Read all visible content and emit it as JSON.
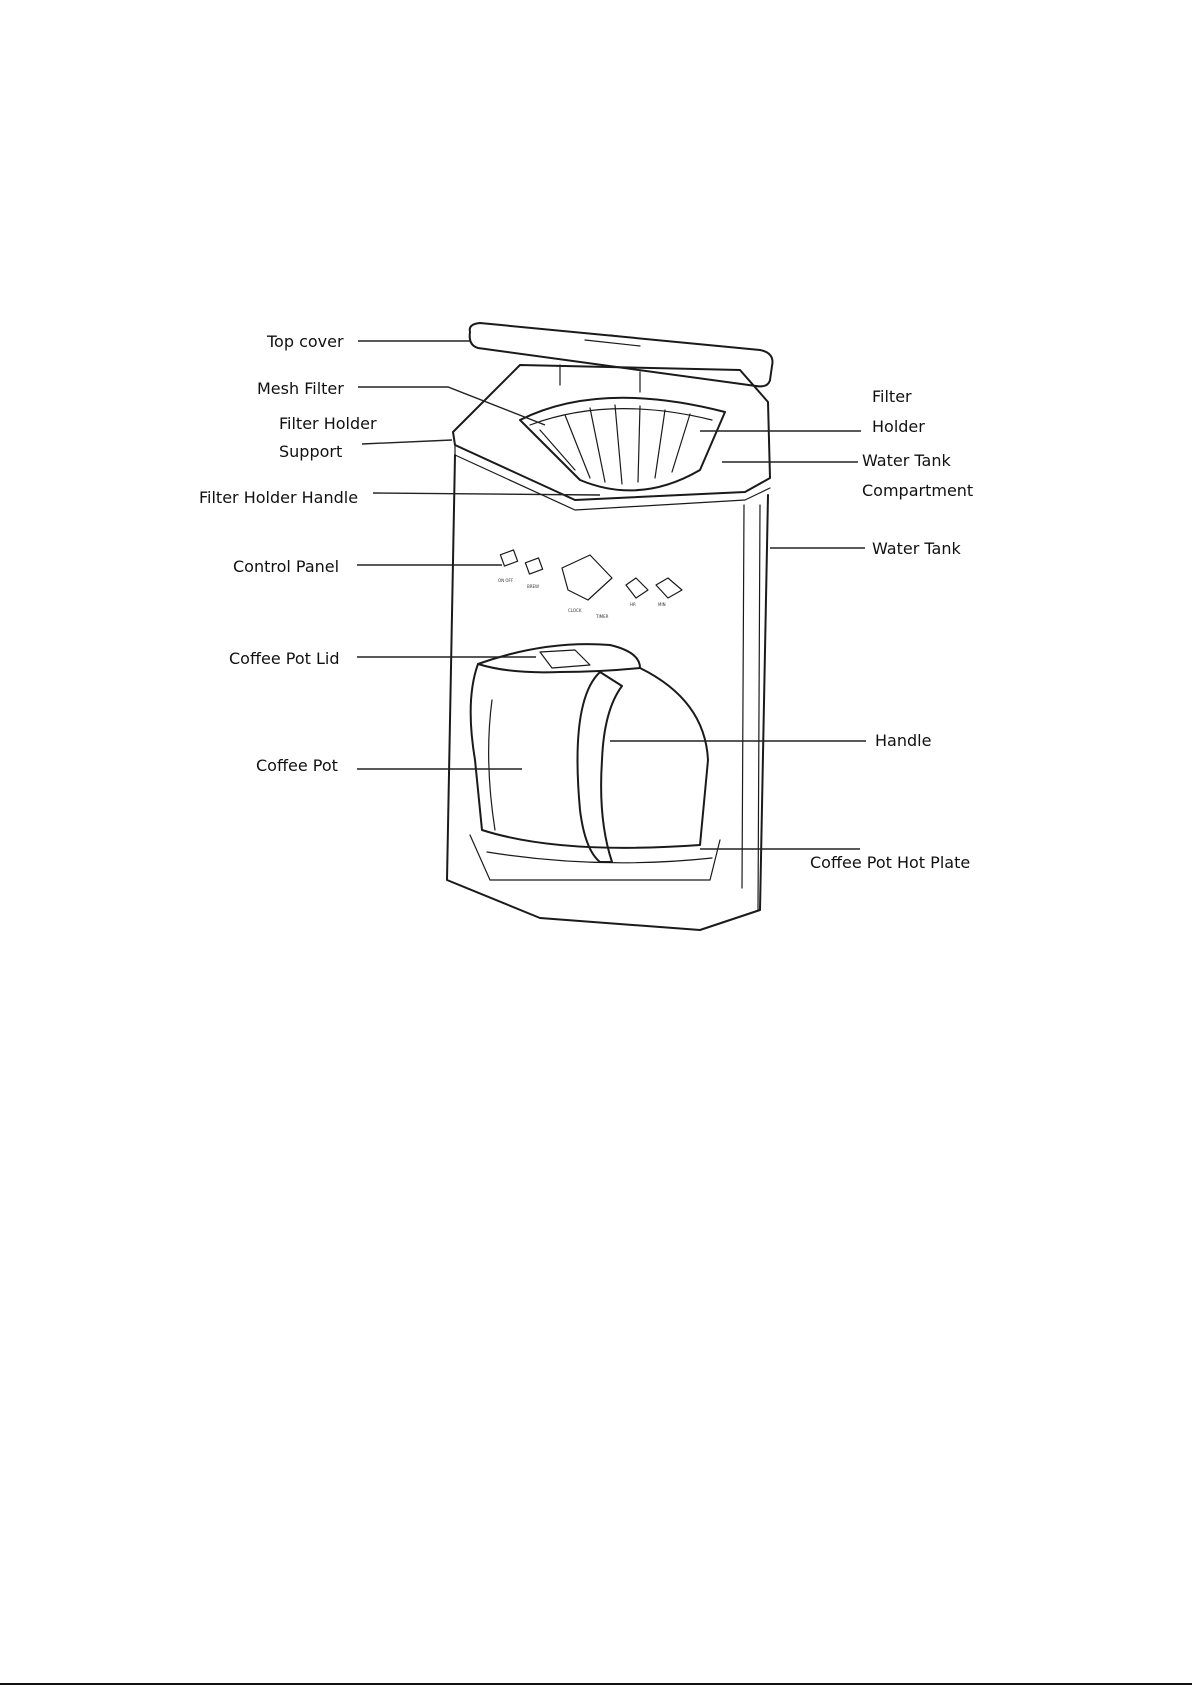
{
  "labels": {
    "top_cover": "Top cover",
    "mesh_filter": "Mesh Filter",
    "filter_holder_support_1": "Filter Holder",
    "filter_holder_support_2": "Support",
    "filter_holder_handle": "Filter Holder Handle",
    "control_panel": "Control Panel",
    "coffee_pot_lid": "Coffee Pot Lid",
    "coffee_pot": "Coffee Pot",
    "filter_holder_1": "Filter",
    "filter_holder_2": "Holder",
    "water_tank_compartment_1": "Water Tank",
    "water_tank_compartment_2": "Compartment",
    "water_tank": "Water Tank",
    "handle": "Handle",
    "coffee_pot_hot_plate": "Coffee Pot Hot Plate"
  },
  "colors": {
    "line": "#1a1a1a",
    "text": "#111111",
    "background": "#ffffff"
  },
  "icons": [
    "coffee-maker-illustration"
  ]
}
